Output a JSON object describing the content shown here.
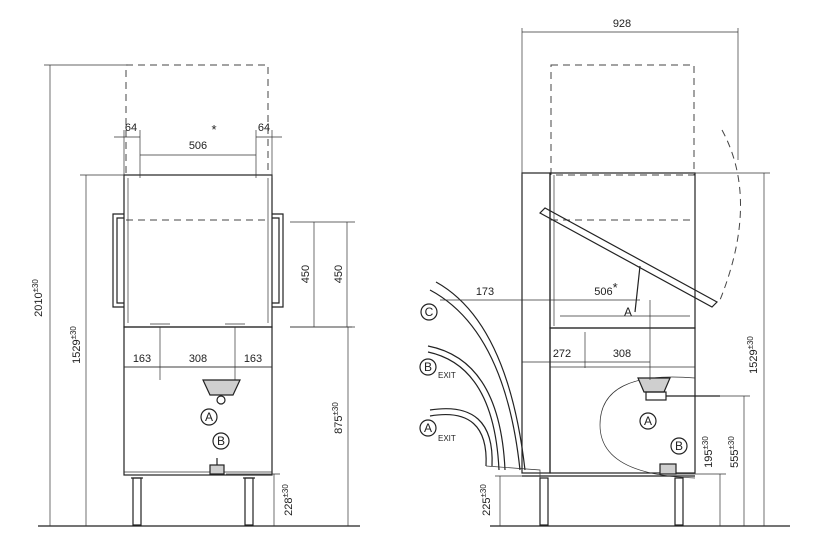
{
  "front_view": {
    "dims": {
      "d64_left": "64",
      "d64_right": "64",
      "star": "*",
      "d506": "506",
      "d450_a": "450",
      "d450_b": "450",
      "d163_left": "163",
      "d308": "308",
      "d163_right": "163",
      "d2010": "2010",
      "d2010_tol": "±30",
      "d1529": "1529",
      "d1529_tol": "±30",
      "d875": "875",
      "d875_tol": "±30",
      "d228": "228",
      "d228_tol": "±30"
    },
    "callouts": {
      "a": "A",
      "b": "B"
    }
  },
  "side_view": {
    "dims": {
      "d928": "928",
      "d173": "173",
      "d506": "506",
      "star": "*",
      "d272": "272",
      "d308": "308",
      "d1529": "1529",
      "d1529_tol": "±30",
      "d195": "195",
      "d195_tol": "±30",
      "d555": "555",
      "d555_tol": "±30",
      "d225": "225",
      "d225_tol": "±30"
    },
    "callouts": {
      "a_top": "A",
      "a_main": "A",
      "b_main": "B",
      "c": "C",
      "b_exit": "B",
      "a_exit": "A",
      "exit_b": "EXIT",
      "exit_a": "EXIT"
    }
  },
  "colors": {
    "line": "#222222",
    "dashed": "#444444",
    "fill": "#cfcfcf"
  }
}
